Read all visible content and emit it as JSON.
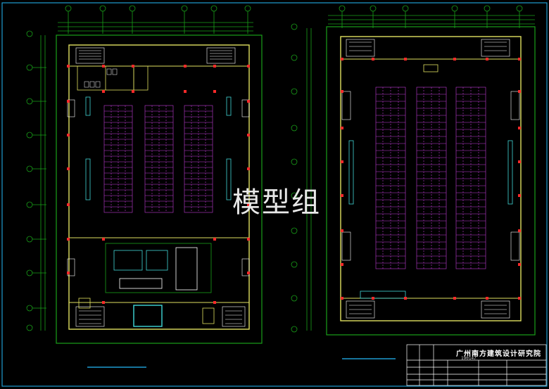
{
  "watermark": "模型组",
  "title_block": {
    "company": "广州南方建筑设计研究院",
    "code": "190147"
  },
  "colors": {
    "background": "#000000",
    "frame": "#1e9bd0",
    "wall": "#e0e060",
    "outline": "#19a019",
    "column": "#ff2a2a",
    "seating": "#c03cd8",
    "axis": "#19a019",
    "fixture": "#40d8d8"
  }
}
